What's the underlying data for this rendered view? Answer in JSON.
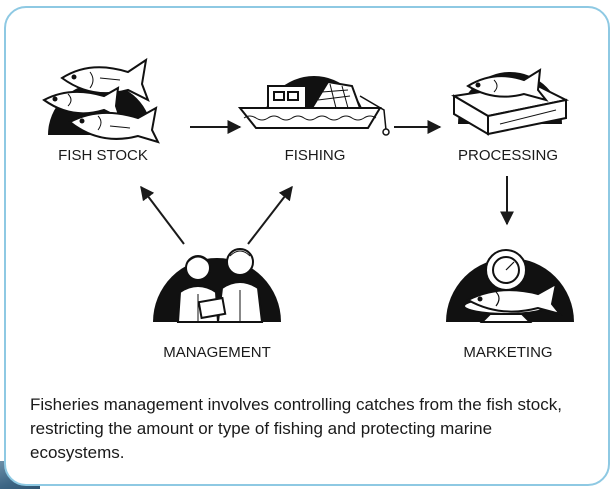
{
  "nodes": {
    "fish_stock": {
      "label": "FISH STOCK"
    },
    "fishing": {
      "label": "FISHING"
    },
    "processing": {
      "label": "PROCESSING"
    },
    "management": {
      "label": "MANAGEMENT"
    },
    "marketing": {
      "label": "MARKETING"
    }
  },
  "caption": "Fisheries management involves controlling catches from the fish stock, restricting the amount or type of fishing and protecting marine ecosystems.",
  "colors": {
    "card_border": "#8ec9e3",
    "ink": "#1a1a1a",
    "corner_accent": "#3d6685"
  },
  "icons": {
    "fish_stock": "fish-school-icon",
    "fishing": "fishing-boat-icon",
    "processing": "fish-crate-icon",
    "management": "managers-icon",
    "marketing": "scale-fish-icon"
  }
}
